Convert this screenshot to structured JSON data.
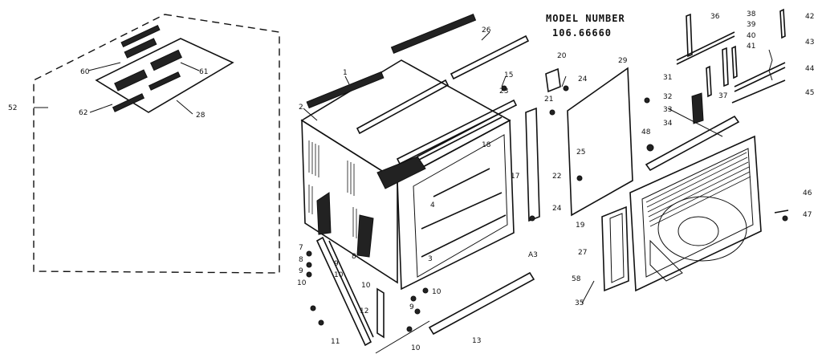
{
  "model": {
    "heading": "MODEL NUMBER",
    "number": "106.66660"
  },
  "callouts": {
    "n1": "1",
    "n2": "2",
    "n3": "3",
    "n4": "4",
    "n7": "7",
    "n8": "8",
    "n9": "9",
    "n10": "10",
    "n11": "11",
    "n12": "12",
    "n13": "13",
    "n15": "15",
    "n17": "17",
    "n18": "18",
    "n19": "19",
    "n20": "20",
    "n21": "21",
    "n22": "22",
    "n23": "23",
    "n24": "24",
    "n25": "25",
    "n26": "26",
    "n27": "27",
    "n28": "28",
    "n29": "29",
    "n31": "31",
    "n32": "32",
    "n33": "33",
    "n34": "34",
    "n35": "35",
    "n36": "36",
    "n37": "37",
    "n38": "38",
    "n39": "39",
    "n40": "40",
    "n41": "41",
    "n42": "42",
    "n43": "43",
    "n44": "44",
    "n45": "45",
    "n46": "46",
    "n47": "47",
    "n48": "48",
    "n52": "52",
    "n58": "58",
    "n60": "60",
    "n61": "61",
    "n62": "62",
    "a3": "A3"
  }
}
